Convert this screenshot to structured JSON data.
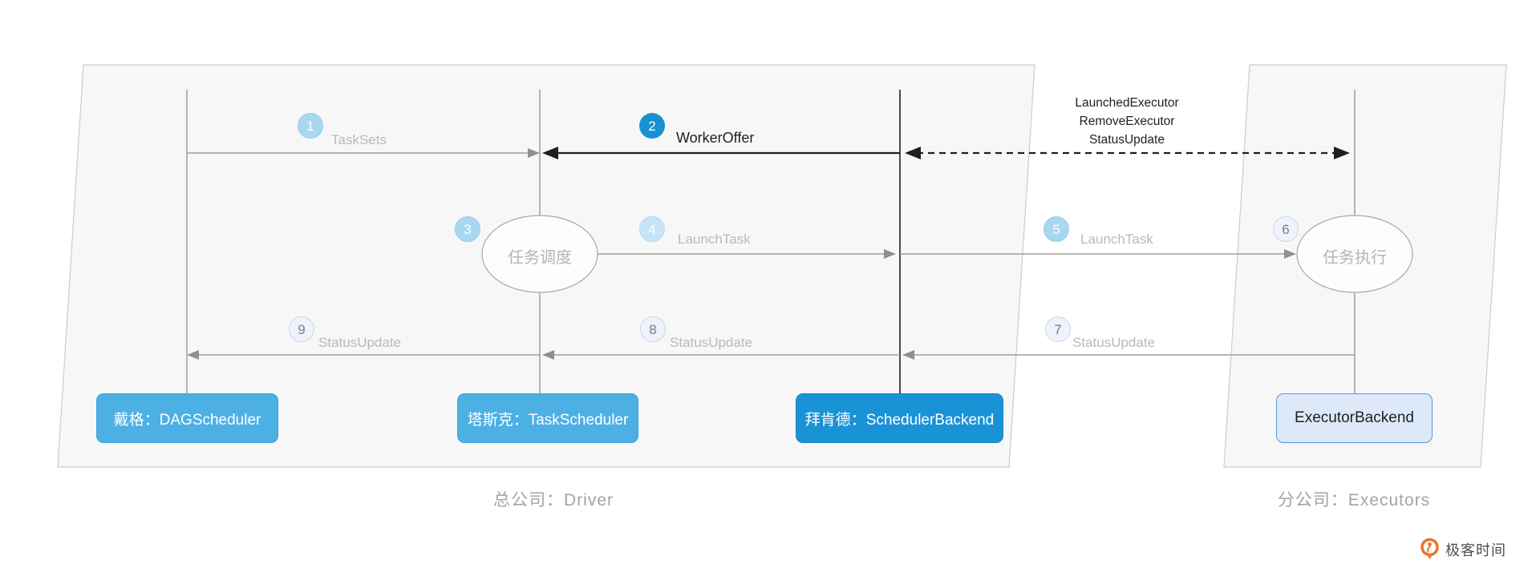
{
  "panels": {
    "driver": {
      "caption": "总公司：Driver"
    },
    "executors": {
      "caption": "分公司：Executors"
    }
  },
  "actors": {
    "dag": {
      "label": "戴格：DAGScheduler"
    },
    "task": {
      "label": "塔斯克：TaskScheduler"
    },
    "sched": {
      "label": "拜肯德：SchedulerBackend"
    },
    "exec": {
      "label": "ExecutorBackend"
    }
  },
  "ellipses": {
    "schedule": {
      "label": "任务调度"
    },
    "execute": {
      "label": "任务执行"
    }
  },
  "messages": {
    "m1": {
      "num": "1",
      "label": "TaskSets"
    },
    "m2": {
      "num": "2",
      "label": "WorkerOffer"
    },
    "m3": {
      "num": "3",
      "label": ""
    },
    "m4": {
      "num": "4",
      "label": "LaunchTask"
    },
    "m5": {
      "num": "5",
      "label": "LaunchTask"
    },
    "m6": {
      "num": "6",
      "label": ""
    },
    "m7": {
      "num": "7",
      "label": "StatusUpdate"
    },
    "m8": {
      "num": "8",
      "label": "StatusUpdate"
    },
    "m9": {
      "num": "9",
      "label": "StatusUpdate"
    }
  },
  "note": {
    "lines": [
      "LaunchedExecutor",
      "RemoveExecutor",
      "StatusUpdate"
    ]
  },
  "logo": {
    "text": "极客时间"
  },
  "colors": {
    "step_highlight": "#1a90d2",
    "step_light_blue": "#a9d7f0",
    "step_pale": "#eef2fa",
    "actor_blue": "#4db0e5",
    "actor_deep_blue": "#1a93d6",
    "actor_pale_blue": "#dde9f8",
    "panel_fill": "#f7f7f8",
    "panel_border": "#cccccc",
    "gray_line": "#9e9e9e",
    "black_line": "#1f1f1f",
    "gray_text": "#b9b9b9",
    "logo_orange": "#e8772e"
  }
}
